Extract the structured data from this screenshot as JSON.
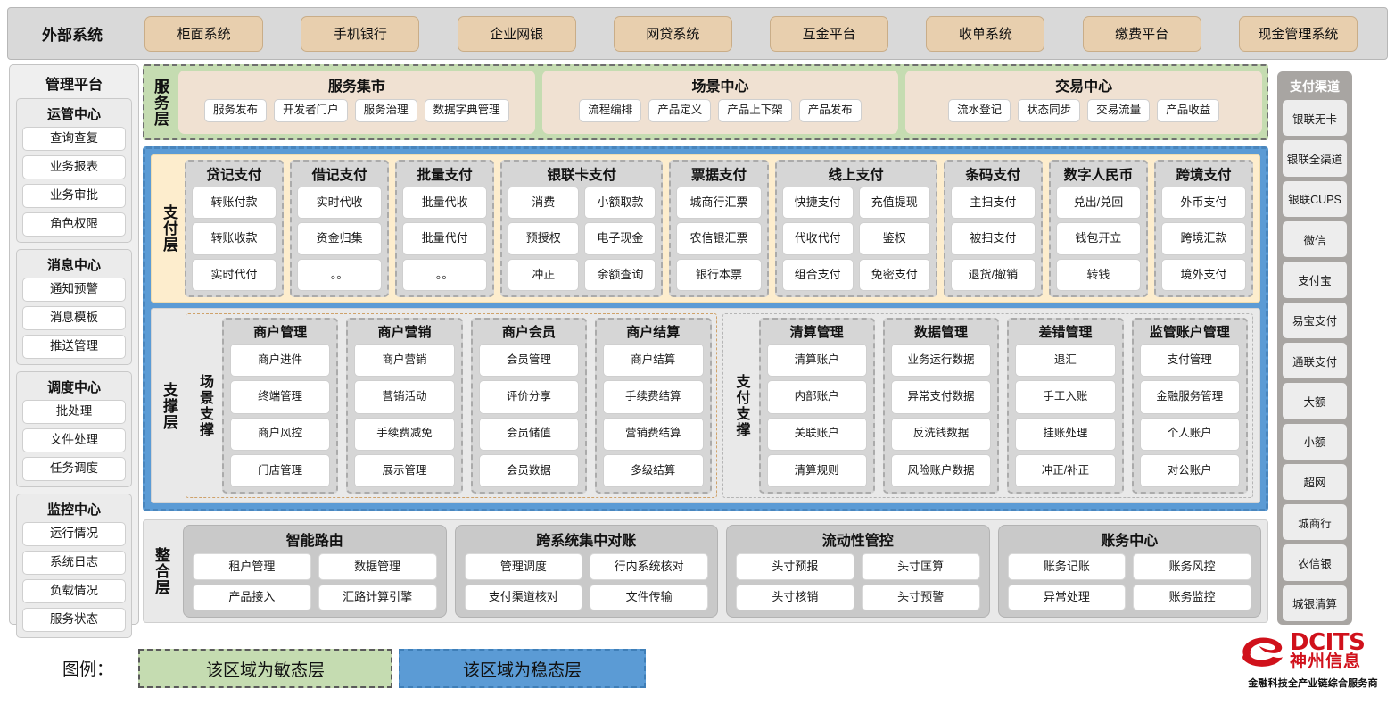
{
  "external": {
    "title": "外部系统",
    "items": [
      "柜面系统",
      "手机银行",
      "企业网银",
      "网贷系统",
      "互金平台",
      "收单系统",
      "缴费平台",
      "现金管理系统"
    ]
  },
  "management": {
    "title": "管理平台",
    "groups": [
      {
        "title": "运管中心",
        "items": [
          "查询查复",
          "业务报表",
          "业务审批",
          "角色权限"
        ]
      },
      {
        "title": "消息中心",
        "items": [
          "通知预警",
          "消息模板",
          "推送管理"
        ]
      },
      {
        "title": "调度中心",
        "items": [
          "批处理",
          "文件处理",
          "任务调度"
        ]
      },
      {
        "title": "监控中心",
        "items": [
          "运行情况",
          "系统日志",
          "负载情况",
          "服务状态"
        ]
      }
    ]
  },
  "service_layer": {
    "label": "服务层",
    "boxes": [
      {
        "title": "服务集市",
        "items": [
          "服务发布",
          "开发者门户",
          "服务治理",
          "数据字典管理"
        ]
      },
      {
        "title": "场景中心",
        "items": [
          "流程编排",
          "产品定义",
          "产品上下架",
          "产品发布"
        ]
      },
      {
        "title": "交易中心",
        "items": [
          "流水登记",
          "状态同步",
          "交易流量",
          "产品收益"
        ]
      }
    ]
  },
  "payment_layer": {
    "label": "支付层",
    "groups": [
      {
        "title": "贷记支付",
        "cols": 1,
        "rows": [
          [
            "转账付款"
          ],
          [
            "转账收款"
          ],
          [
            "实时代付"
          ]
        ]
      },
      {
        "title": "借记支付",
        "cols": 1,
        "rows": [
          [
            "实时代收"
          ],
          [
            "资金归集"
          ],
          [
            "。。"
          ]
        ]
      },
      {
        "title": "批量支付",
        "cols": 1,
        "rows": [
          [
            "批量代收"
          ],
          [
            "批量代付"
          ],
          [
            "。。"
          ]
        ]
      },
      {
        "title": "银联卡支付",
        "cols": 2,
        "rows": [
          [
            "消费",
            "小额取款"
          ],
          [
            "预授权",
            "电子现金"
          ],
          [
            "冲正",
            "余额查询"
          ]
        ]
      },
      {
        "title": "票据支付",
        "cols": 1,
        "rows": [
          [
            "城商行汇票"
          ],
          [
            "农信银汇票"
          ],
          [
            "银行本票"
          ]
        ]
      },
      {
        "title": "线上支付",
        "cols": 2,
        "rows": [
          [
            "快捷支付",
            "充值提现"
          ],
          [
            "代收代付",
            "鉴权"
          ],
          [
            "组合支付",
            "免密支付"
          ]
        ]
      },
      {
        "title": "条码支付",
        "cols": 1,
        "rows": [
          [
            "主扫支付"
          ],
          [
            "被扫支付"
          ],
          [
            "退货/撤销"
          ]
        ]
      },
      {
        "title": "数字人民币",
        "cols": 1,
        "rows": [
          [
            "兑出/兑回"
          ],
          [
            "钱包开立"
          ],
          [
            "转钱"
          ]
        ]
      },
      {
        "title": "跨境支付",
        "cols": 1,
        "rows": [
          [
            "外币支付"
          ],
          [
            "跨境汇款"
          ],
          [
            "境外支付"
          ]
        ]
      }
    ]
  },
  "support_layer": {
    "label": "支撑层",
    "zones": [
      {
        "label": "场景支撑",
        "groups": [
          {
            "title": "商户管理",
            "items": [
              "商户进件",
              "终端管理",
              "商户风控",
              "门店管理"
            ]
          },
          {
            "title": "商户营销",
            "items": [
              "商户营销",
              "营销活动",
              "手续费减免",
              "展示管理"
            ]
          },
          {
            "title": "商户会员",
            "items": [
              "会员管理",
              "评价分享",
              "会员储值",
              "会员数据"
            ]
          },
          {
            "title": "商户结算",
            "items": [
              "商户结算",
              "手续费结算",
              "营销费结算",
              "多级结算"
            ]
          }
        ]
      },
      {
        "label": "支付支撑",
        "groups": [
          {
            "title": "清算管理",
            "items": [
              "清算账户",
              "内部账户",
              "关联账户",
              "清算规则"
            ]
          },
          {
            "title": "数据管理",
            "items": [
              "业务运行数据",
              "异常支付数据",
              "反洗钱数据",
              "风险账户数据"
            ]
          },
          {
            "title": "差错管理",
            "items": [
              "退汇",
              "手工入账",
              "挂账处理",
              "冲正/补正"
            ]
          },
          {
            "title": "监管账户管理",
            "items": [
              "支付管理",
              "金融服务管理",
              "个人账户",
              "对公账户"
            ]
          }
        ]
      }
    ]
  },
  "integration_layer": {
    "label": "整合层",
    "boxes": [
      {
        "title": "智能路由",
        "rows": [
          [
            "租户管理",
            "数据管理"
          ],
          [
            "产品接入",
            "汇路计算引擎"
          ]
        ]
      },
      {
        "title": "跨系统集中对账",
        "rows": [
          [
            "管理调度",
            "行内系统核对"
          ],
          [
            "支付渠道核对",
            "文件传输"
          ]
        ]
      },
      {
        "title": "流动性管控",
        "rows": [
          [
            "头寸预报",
            "头寸匡算"
          ],
          [
            "头寸核销",
            "头寸预警"
          ]
        ]
      },
      {
        "title": "账务中心",
        "rows": [
          [
            "账务记账",
            "账务风控"
          ],
          [
            "异常处理",
            "账务监控"
          ]
        ]
      }
    ]
  },
  "channels": {
    "title": "支付渠道",
    "items": [
      "银联无卡",
      "银联全渠道",
      "银联CUPS",
      "微信",
      "支付宝",
      "易宝支付",
      "通联支付",
      "大额",
      "小额",
      "超网",
      "城商行",
      "农信银",
      "城银清算"
    ]
  },
  "legend": {
    "label": "图例：",
    "agile": "该区域为敏态层",
    "stable": "该区域为稳态层"
  },
  "logo": {
    "brand_en": "DCITS",
    "brand_cn": "神州信息",
    "tagline": "金融科技全产业链综合服务商"
  },
  "colors": {
    "agile_green": "#c5dcb1",
    "stable_blue": "#5b9bd5",
    "payment_cream": "#fdedcd",
    "service_box": "#f0e1d2",
    "external_chip": "#e8cfae",
    "brand_red": "#d0111b"
  }
}
